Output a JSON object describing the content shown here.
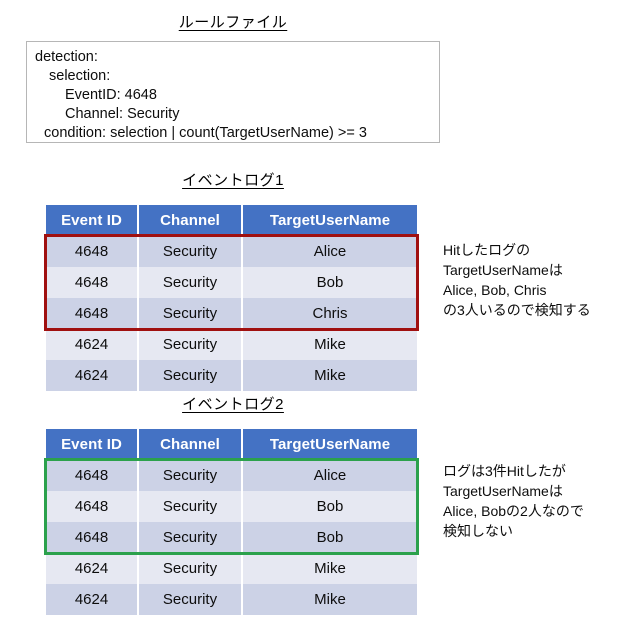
{
  "rule_section": {
    "title": "ルールファイル",
    "lines": [
      "detection:",
      "selection:",
      "EventID: 4648",
      "Channel: Security",
      "condition: selection | count(TargetUserName) >= 3"
    ]
  },
  "colors": {
    "header_blue": "#4472C4",
    "row_odd": "#CCD2E6",
    "row_even": "#E6E8F2",
    "highlight_red": "#A01010",
    "highlight_green": "#2BA14C",
    "box_border": "#B6B6B6"
  },
  "log1": {
    "title": "イベントログ1",
    "columns": [
      "Event ID",
      "Channel",
      "TargetUserName"
    ],
    "rows": [
      [
        "4648",
        "Security",
        "Alice"
      ],
      [
        "4648",
        "Security",
        "Bob"
      ],
      [
        "4648",
        "Security",
        "Chris"
      ],
      [
        "4624",
        "Security",
        "Mike"
      ],
      [
        "4624",
        "Security",
        "Mike"
      ]
    ],
    "annotation": [
      "Hitしたログの",
      "TargetUserNameは",
      "Alice, Bob, Chris",
      "の3人いるので検知する"
    ]
  },
  "log2": {
    "title": "イベントログ2",
    "columns": [
      "Event ID",
      "Channel",
      "TargetUserName"
    ],
    "rows": [
      [
        "4648",
        "Security",
        "Alice"
      ],
      [
        "4648",
        "Security",
        "Bob"
      ],
      [
        "4648",
        "Security",
        "Bob"
      ],
      [
        "4624",
        "Security",
        "Mike"
      ],
      [
        "4624",
        "Security",
        "Mike"
      ]
    ],
    "annotation": [
      "ログは3件Hitしたが",
      "TargetUserNameは",
      "Alice, Bobの2人なので",
      "検知しない"
    ]
  }
}
